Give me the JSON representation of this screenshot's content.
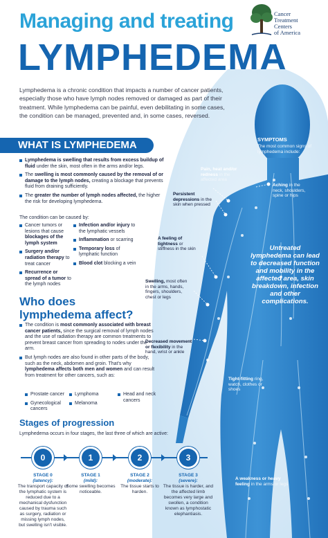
{
  "header": {
    "title_line1": "Managing and treating",
    "title_line2": "LYMPHEDEMA",
    "logo_lines": [
      "Cancer",
      "Treatment",
      "Centers",
      "of America"
    ],
    "logo_icon": "tree-icon"
  },
  "intro": "Lymphedema is a chronic condition that impacts a number of cancer patients, especially those who have lymph nodes removed or damaged as part of their treatment. While lymphedema can be painful, even debilitating in some cases, the condition can be managed, prevented and, in some cases, reversed.",
  "what": {
    "heading": "WHAT IS LYMPHEDEMA",
    "items": [
      {
        "bold": "Lymphedema is swelling that results from excess buildup of fluid",
        "rest": " under the skin, most often in the arms and/or legs."
      },
      {
        "pre": "The ",
        "bold": "swelling is most commonly caused by the removal of or damage to the lymph nodes,",
        "rest": " creating a blockage that prevents fluid from draining sufficiently."
      },
      {
        "pre": "The ",
        "bold": "greater the number of lymph nodes affected,",
        "rest": " the higher the risk for developing lymphedema."
      }
    ],
    "causes_lead": "The condition can be caused by:",
    "causes_col1": [
      {
        "pre": "Cancer tumors or lesions that cause ",
        "bold": "blockages of the lymph system",
        "rest": ""
      },
      {
        "pre": "",
        "bold": "Surgery and/or radiation therapy",
        "rest": " to treat cancer"
      },
      {
        "pre": "",
        "bold": "Recurrence or spread of a tumor",
        "rest": " to the lymph nodes"
      }
    ],
    "causes_col2": [
      {
        "pre": "",
        "bold": "Infection and/or injury",
        "rest": " to the lymphatic vessels"
      },
      {
        "pre": "",
        "bold": "Inflammation",
        "rest": " or scarring"
      },
      {
        "pre": "",
        "bold": "Temporary loss",
        "rest": " of lymphatic function"
      },
      {
        "pre": "",
        "bold": "Blood clot",
        "rest": " blocking a vein"
      }
    ]
  },
  "who": {
    "heading_line1": "Who does",
    "heading_line2": "lymphedema affect?",
    "items": [
      {
        "pre": "The condition is ",
        "bold": "most commonly associated with breast cancer patients,",
        "rest": " since the surgical removal of lymph nodes and the use of radiation therapy are common treatments to prevent breast cancer from spreading to nodes under the arm."
      },
      {
        "pre": "But lymph nodes are also found in other parts of the body, such as the neck, abdomen and groin. That's why ",
        "bold": "lymphedema affects both men and women",
        "rest": " and can result from treatment for other cancers, such as:"
      }
    ],
    "cancers_col1": [
      "Prostate cancer",
      "Gynecological cancers"
    ],
    "cancers_col2": [
      "Lymphoma",
      "Melanoma"
    ],
    "cancers_col3": [
      "Head and neck cancers"
    ]
  },
  "stages": {
    "heading": "Stages of progression",
    "lead": "Lymphedema occurs in four stages, the last three of which are active:",
    "items": [
      {
        "num": "0",
        "label": "STAGE 0",
        "severity": "(latency):",
        "text": "The transport capacity of the lymphatic system is reduced due to a mechanical dysfunction caused by trauma such as surgery, radiation or missing lymph nodes, but swelling isn't visible."
      },
      {
        "num": "1",
        "label": "STAGE 1",
        "severity": "(mild):",
        "text": "Some swelling becomes noticeable."
      },
      {
        "num": "2",
        "label": "STAGE 2",
        "severity": "(moderate):",
        "text": "The tissue starts to harden."
      },
      {
        "num": "3",
        "label": "STAGE 3",
        "severity": "(severe):",
        "text": "The tissue is harder, and the affected limb becomes very large and swollen, a condition known as lymphostatic elephantiasis."
      }
    ]
  },
  "symptoms": {
    "heading": "SYMPTOMS",
    "subheading": "The most common signs of lymphedema include:",
    "pain": {
      "bold": "Pain, heat and/or redness",
      "rest": " in the affected area"
    },
    "aching": {
      "bold": "Aching",
      "rest": " in the neck, shoulders, spine or hips"
    },
    "depressions": {
      "bold": "Persistent depressions",
      "rest": " in the skin when pressed"
    },
    "tightness": {
      "bold": "A feeling of tightness",
      "rest": " or stiffness in the skin"
    },
    "swelling": {
      "bold": "Swelling,",
      "rest": " most often in the arms, hands, fingers, shoulders, chest or legs"
    },
    "movement": {
      "bold": "Decreased movement or flexibility",
      "rest": " in the hand, wrist or ankle"
    },
    "jewelry": {
      "bold": "Tight-fitting",
      "rest": " ring, watch, clothes or shoes"
    },
    "weakness": {
      "bold": "A weakness or heavy feeling",
      "rest": " in the arms or legs"
    },
    "untreated": "Untreated lymphedema can lead to decreased function and mobility in the affected area, skin breakdown, infection and other complications."
  },
  "colors": {
    "primary": "#1565b0",
    "accent": "#2ba3d8",
    "body": "#2a7fc6",
    "glow": "#d6eaf7"
  }
}
